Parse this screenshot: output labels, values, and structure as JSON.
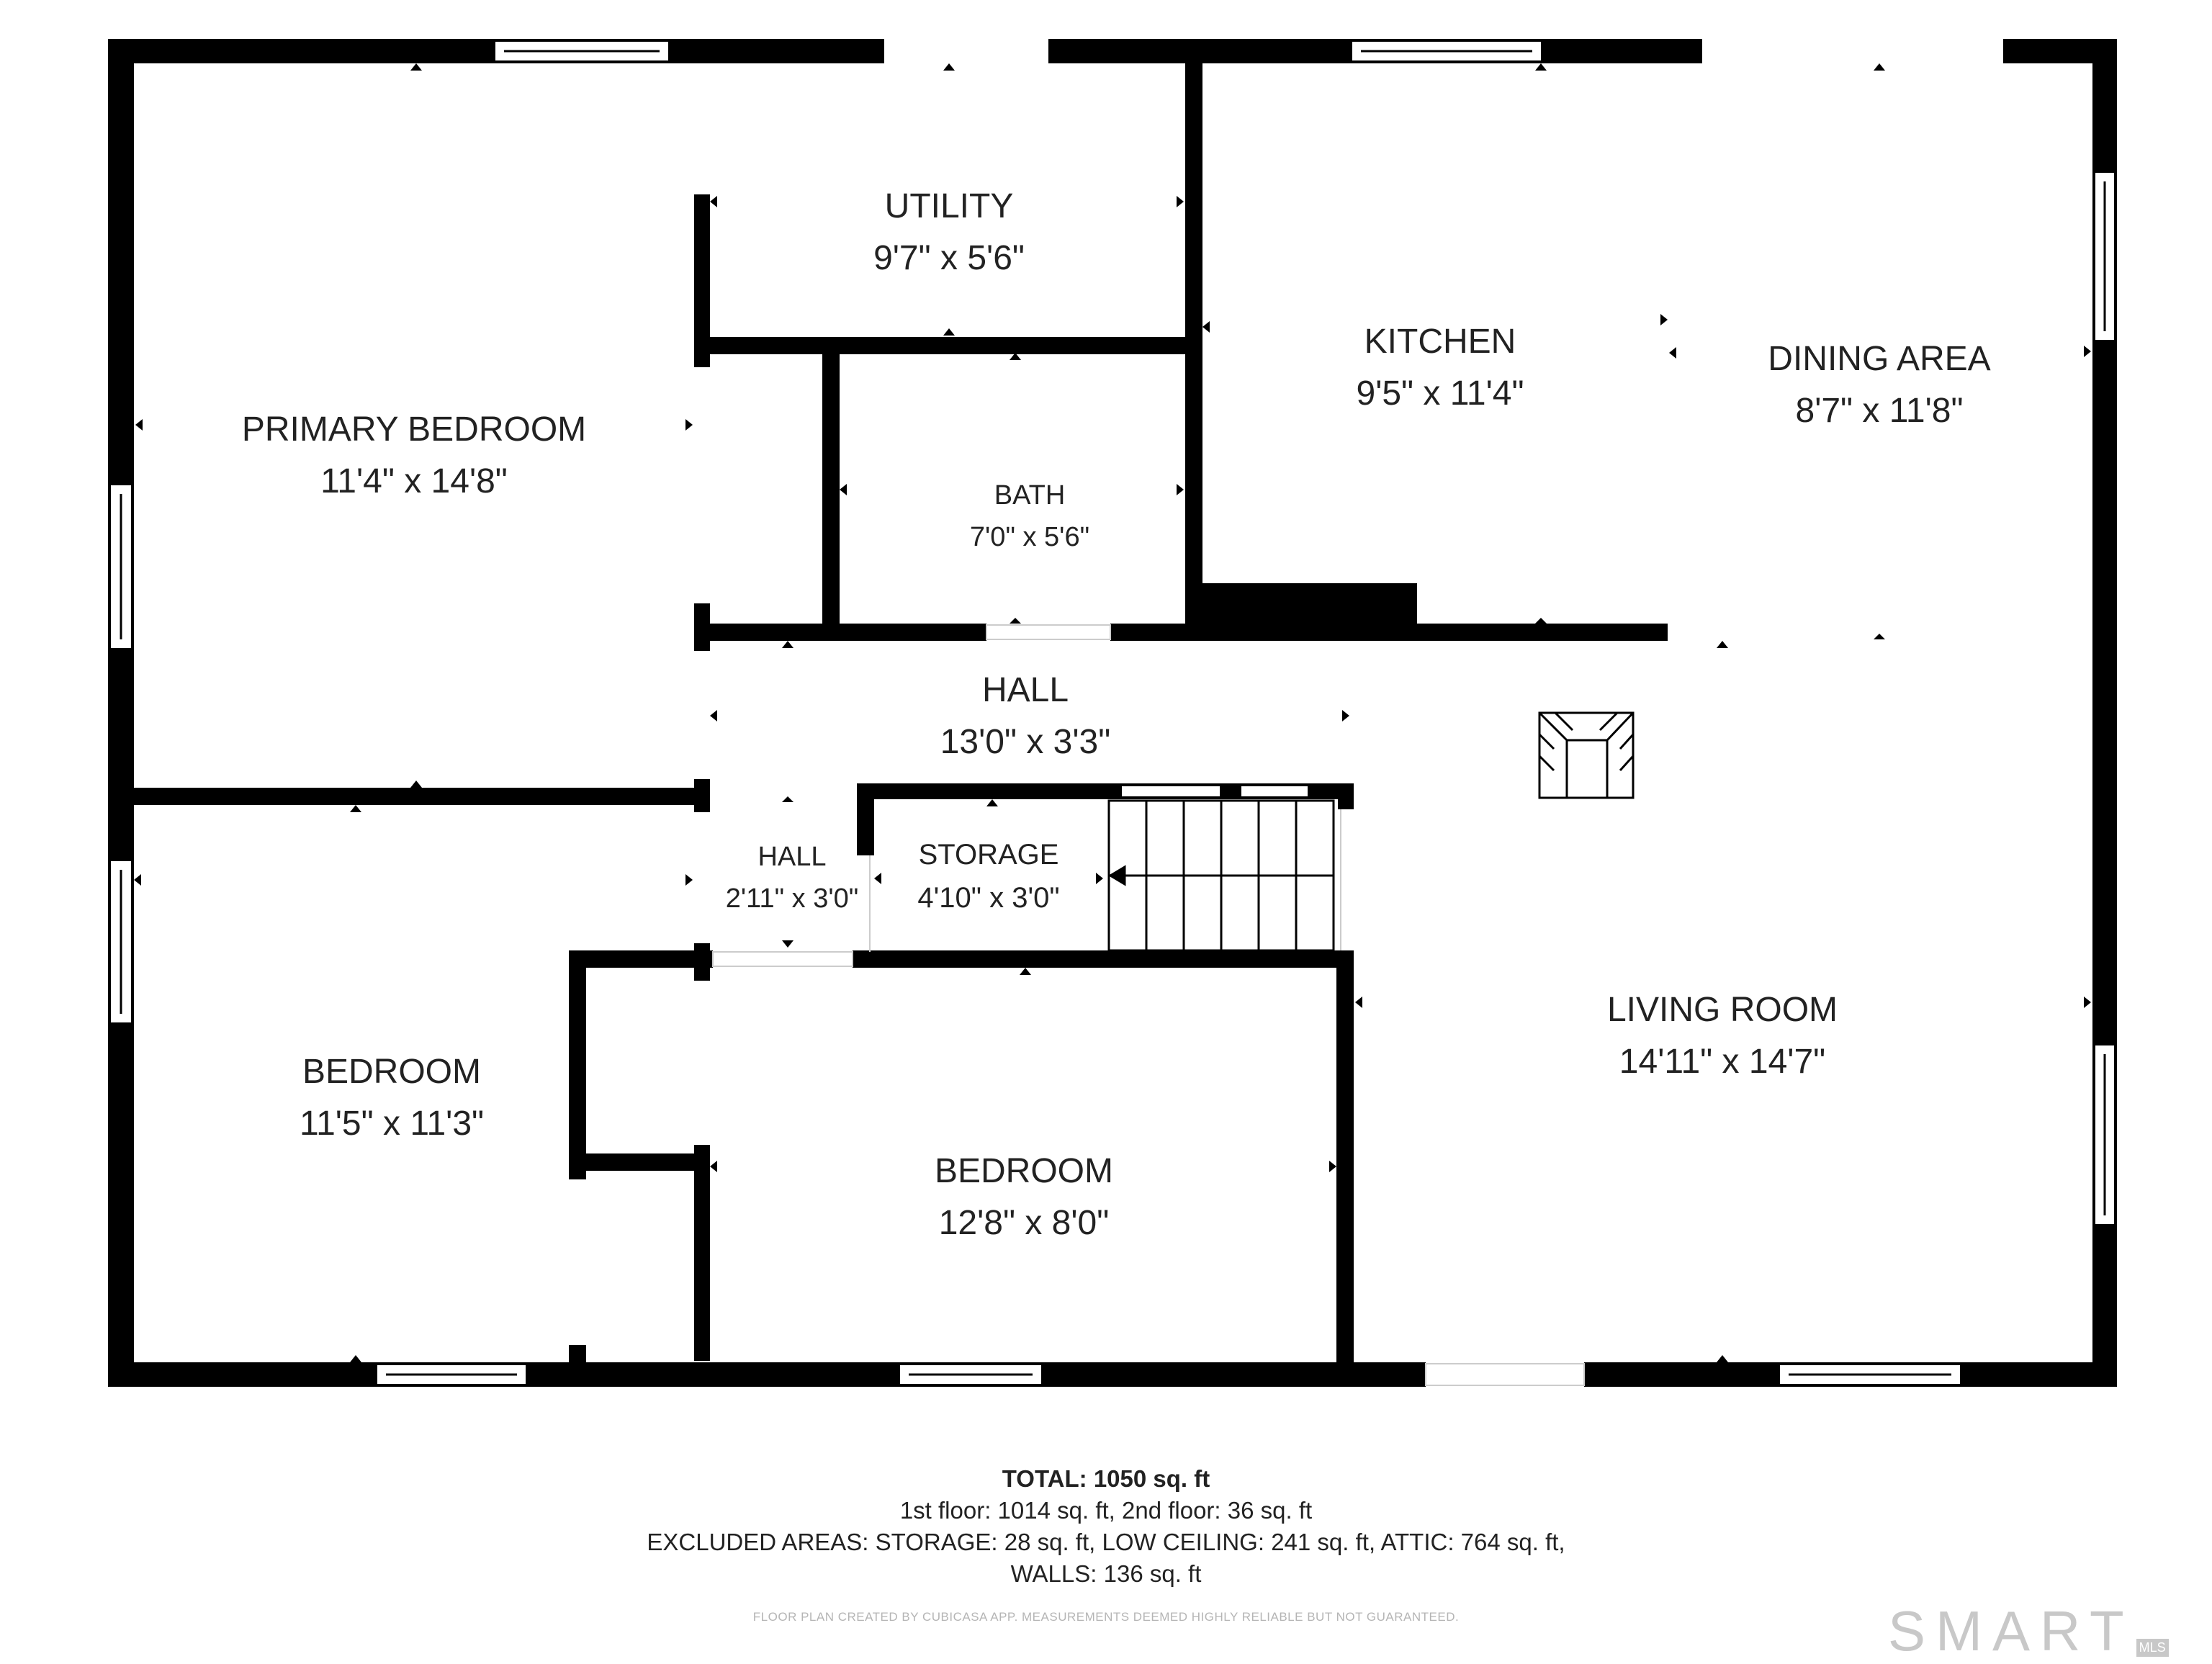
{
  "rooms": {
    "primary_bedroom": {
      "name": "PRIMARY BEDROOM",
      "dims": "11'4\" x 14'8\""
    },
    "utility": {
      "name": "UTILITY",
      "dims": "9'7\" x 5'6\""
    },
    "kitchen": {
      "name": "KITCHEN",
      "dims": "9'5\" x 11'4\""
    },
    "dining_area": {
      "name": "DINING AREA",
      "dims": "8'7\" x 11'8\""
    },
    "bath": {
      "name": "BATH",
      "dims": "7'0\" x 5'6\""
    },
    "hall_main": {
      "name": "HALL",
      "dims": "13'0\" x 3'3\""
    },
    "hall_small": {
      "name": "HALL",
      "dims": "2'11\" x 3'0\""
    },
    "storage": {
      "name": "STORAGE",
      "dims": "4'10\" x 3'0\""
    },
    "living_room": {
      "name": "LIVING ROOM",
      "dims": "14'11\" x 14'7\""
    },
    "bedroom_left": {
      "name": "BEDROOM",
      "dims": "11'5\" x 11'3\""
    },
    "bedroom_center": {
      "name": "BEDROOM",
      "dims": "12'8\" x 8'0\""
    }
  },
  "summary": {
    "total_label": "TOTAL:",
    "total_value": "1050 sq. ft",
    "floors": "1st floor: 1014 sq. ft, 2nd floor: 36 sq. ft",
    "excluded_1": "EXCLUDED AREAS: STORAGE: 28 sq. ft, LOW CEILING: 241 sq. ft, ATTIC: 764 sq. ft,",
    "excluded_2": "WALLS: 136 sq. ft"
  },
  "credit": "FLOOR PLAN CREATED BY CUBICASA APP. MEASUREMENTS DEEMED HIGHLY RELIABLE BUT NOT GUARANTEED.",
  "logo": {
    "word": "SMART",
    "sub": "MLS"
  },
  "colors": {
    "wall": "#000000",
    "text": "#222222",
    "muted": "#b5b5b5"
  }
}
